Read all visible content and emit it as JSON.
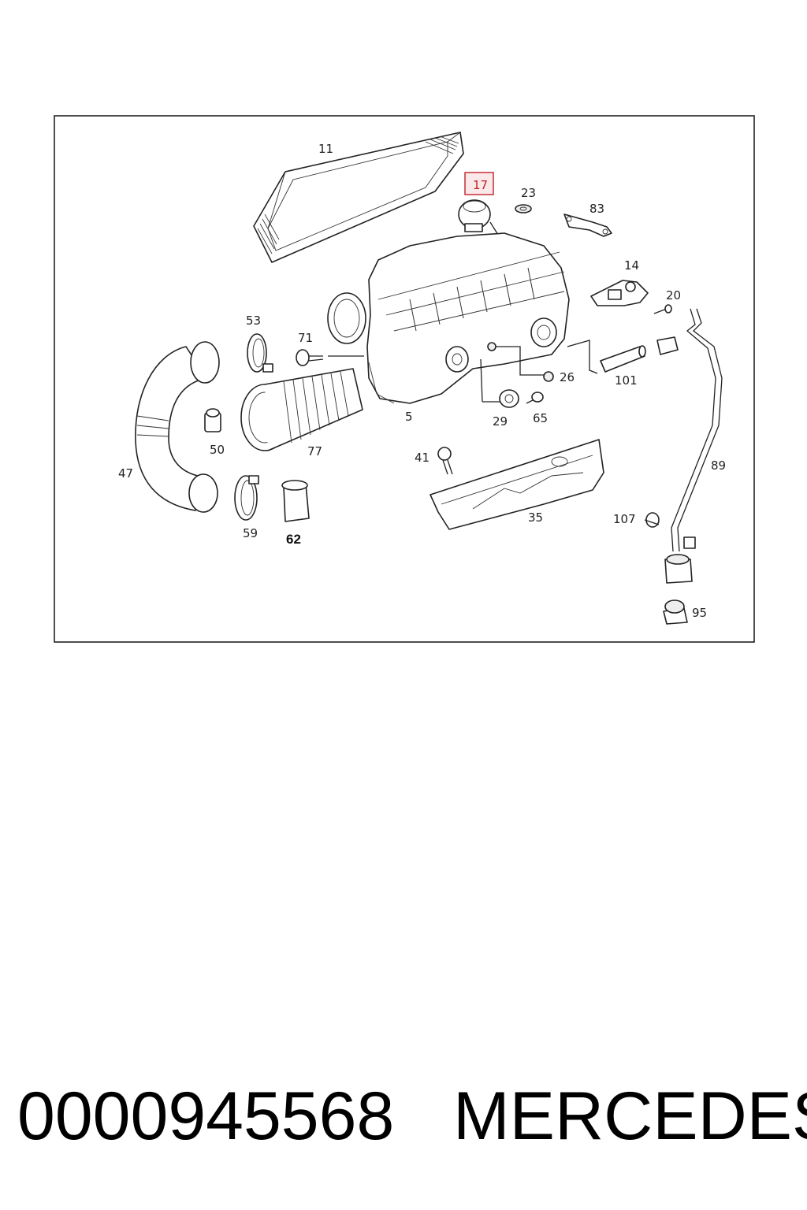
{
  "diagram": {
    "highlighted_label": "17",
    "labels": {
      "l11": "11",
      "l17": "17",
      "l23": "23",
      "l83": "83",
      "l14": "14",
      "l20": "20",
      "l53": "53",
      "l71": "71",
      "l26": "26",
      "l101": "101",
      "l5": "5",
      "l29": "29",
      "l65": "65",
      "l47": "47",
      "l50": "50",
      "l77": "77",
      "l41": "41",
      "l89": "89",
      "l59": "59",
      "l62": "62",
      "l35": "35",
      "l107": "107",
      "l95": "95"
    },
    "colors": {
      "highlight": "#c0202a",
      "line": "#222222"
    }
  },
  "caption": {
    "part_number": "0000945568",
    "brand": "MERCEDES"
  }
}
